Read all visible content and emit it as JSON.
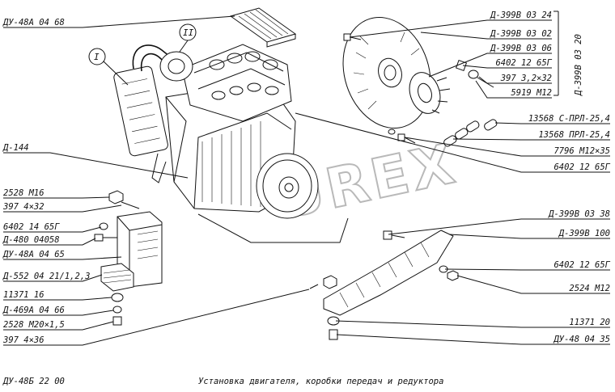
{
  "colors": {
    "ink": "#111111",
    "paper": "#ffffff",
    "watermark": "#b9b9b9"
  },
  "watermark": "UREX",
  "footer": {
    "drawing_no": "ДУ-48Б 22 00",
    "title": "Установка двигателя, коробки передач и редуктора"
  },
  "view_markers": [
    "I",
    "II"
  ],
  "group_label": "Д-399В 03 20",
  "labels_left": [
    "ДУ-48А 04 68",
    "Д-144",
    "2528 М16",
    "397 4×32",
    "6402 14 65Г",
    "Д-480 04058",
    "ДУ-48А 04 65",
    "Д-552 04 21/1,2,3",
    "11371 16",
    "Д-469А 04 66",
    "2528 М20×1,5",
    "397 4×36"
  ],
  "labels_right": [
    "Д-399В 03 24",
    "Д-399В 03 02",
    "Д-399В 03 06",
    "6402 12 65Г",
    "397 3,2×32",
    "5919 М12",
    "13568 С-ПРЛ-25,4",
    "13568 ПРЛ-25,4",
    "7796 М12×35",
    "6402 12 65Г",
    "Д-399В 03 38",
    "Д-399В 100",
    "6402 12 65Г",
    "2524 М12",
    "11371 20",
    "ДУ-48 04 35"
  ]
}
